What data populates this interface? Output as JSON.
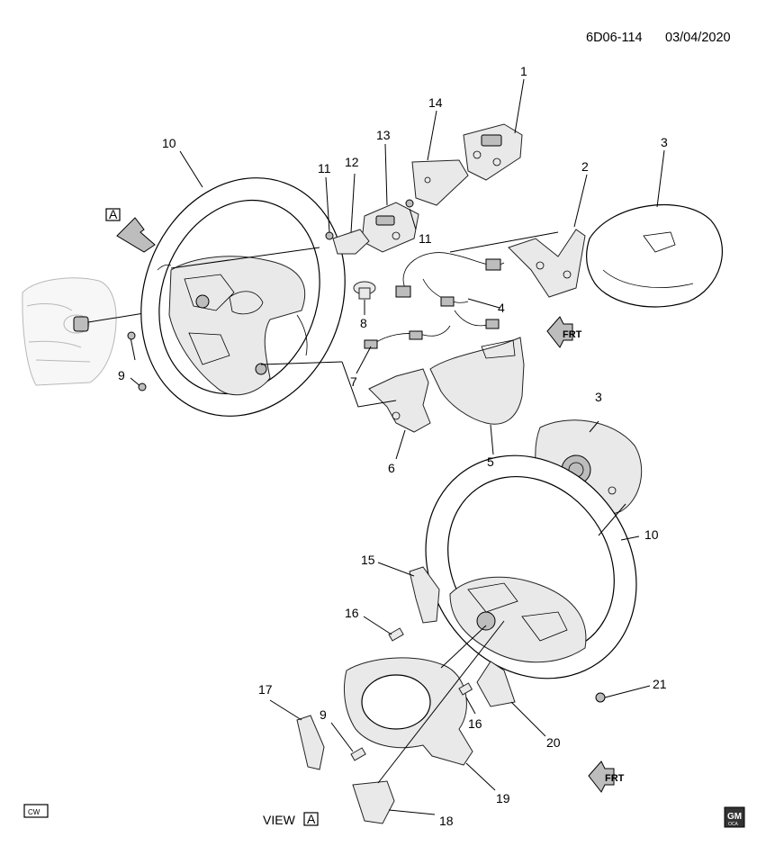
{
  "header": {
    "diagram_code": "6D06-114",
    "date": "03/04/2020"
  },
  "callouts": [
    "1",
    "2",
    "3",
    "4",
    "5",
    "6",
    "7",
    "8",
    "9",
    "10",
    "11",
    "12",
    "13",
    "14",
    "3",
    "10",
    "15",
    "16",
    "17",
    "9",
    "16",
    "20",
    "19",
    "18",
    "21",
    "11"
  ],
  "view_label": {
    "prefix": "VIEW",
    "letter": "A"
  },
  "view_arrow_letter": "A",
  "front_indicator": "FRT",
  "corner_badge": "CW",
  "logo": {
    "line1": "GM",
    "line2": "OCA"
  },
  "colors": {
    "ink": "#000000",
    "part_fill": "#e9e9e9",
    "ghost": "#b8b8b8"
  }
}
